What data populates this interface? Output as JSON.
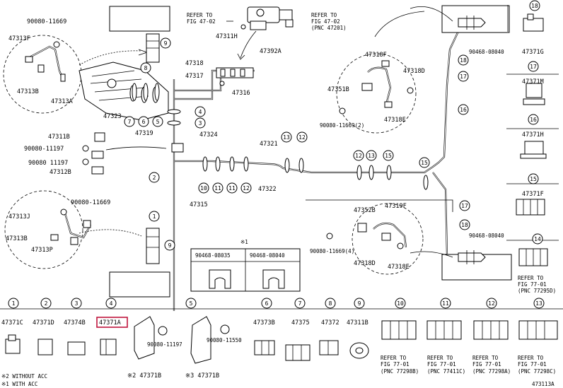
{
  "figure_code": "473113A",
  "footnotes": {
    "n2": "※2 WITHOUT ACC",
    "n1": "※1 WITH ACC"
  },
  "callouts": {
    "c1": "1",
    "c2": "2",
    "c3": "3",
    "c4": "4",
    "c5": "5",
    "c6": "6",
    "c7": "7",
    "c8": "8",
    "c9": "9",
    "c10": "10",
    "c11": "11",
    "c12": "12",
    "c13": "13",
    "c14": "14",
    "c15": "15",
    "c16": "16",
    "c17": "17",
    "c18": "18"
  },
  "labels": {
    "p90080_11669_a": "90080-11669",
    "p47313F": "47313F",
    "p47313B_a": "47313B",
    "p47313A": "47313A",
    "p47318": "47318",
    "p47317": "47317",
    "p47316": "47316",
    "p47323": "47323",
    "p47319": "47319",
    "p47324": "47324",
    "p47311H": "47311H",
    "p47392A": "47392A",
    "refer_fig47_a": "REFER TO",
    "refer_fig47_b": "FIG 47-02",
    "refer_fig47_c": "REFER TO",
    "refer_fig47_d": "FIG 47-02",
    "refer_fig47_e": "(PNC 47201)",
    "p47318F": "47318F",
    "p47318D_a": "47318D",
    "p47351B": "47351B",
    "p47318E_a": "47318E",
    "p90080_11669_2": "90080-11669(2)",
    "p90468_08040_a": "90468-08040",
    "p47311B": "47311B",
    "p90080_11197_a": "90080-11197",
    "p90080_11197_b": "90080 11197",
    "p47312B": "47312B",
    "p47321": "47321",
    "p47322": "47322",
    "p47315": "47315",
    "p47313J": "47313J",
    "p90080_11669_b": "90080-11669",
    "p47313B_b": "47313B",
    "p47313P": "47313P",
    "p47352B": "47352B",
    "p47319F": "47319F",
    "p90080_11669_4": "90080-11669(4)",
    "p47318D_b": "47318D",
    "p47318E_b": "47318E",
    "p90468_08040_b": "90468-08040",
    "ref_star1": "※1",
    "p90468_08035": "90468-08035",
    "p90468_08040_c": "90468-08040",
    "p47371G": "47371G",
    "p47371M": "47371M",
    "p47371H": "47371H",
    "p47371F": "47371F",
    "ref14_a": "REFER TO",
    "ref14_b": "FIG 77-01",
    "ref14_c": "(PNC 77295D)",
    "p47371C": "47371C",
    "p47371D": "47371D",
    "p47374B": "47374B",
    "p47371A": "47371A",
    "p90080_11197_c": "90080-11197",
    "p47371B_a": "※2 47371B",
    "p90080_11550": "90080-11550",
    "p47371B_b": "※3 47371B",
    "p47373B": "47373B",
    "p47375": "47375",
    "p47372": "47372",
    "p47311B_b": "47311B",
    "ref10_a": "REFER TO",
    "ref10_b": "FIG 77-01",
    "ref10_c": "(PNC 77298B)",
    "ref11_a": "REFER TO",
    "ref11_b": "FIG 77-01",
    "ref11_c": "(PNC 77411C)",
    "ref12_a": "REFER TO",
    "ref12_b": "FIG 77-01",
    "ref12_c": "(PNC 77298A)",
    "ref13_a": "REFER TO",
    "ref13_b": "FIG 77-01",
    "ref13_c": "(PNC 77298C)"
  },
  "highlight_color": "#c0143c"
}
